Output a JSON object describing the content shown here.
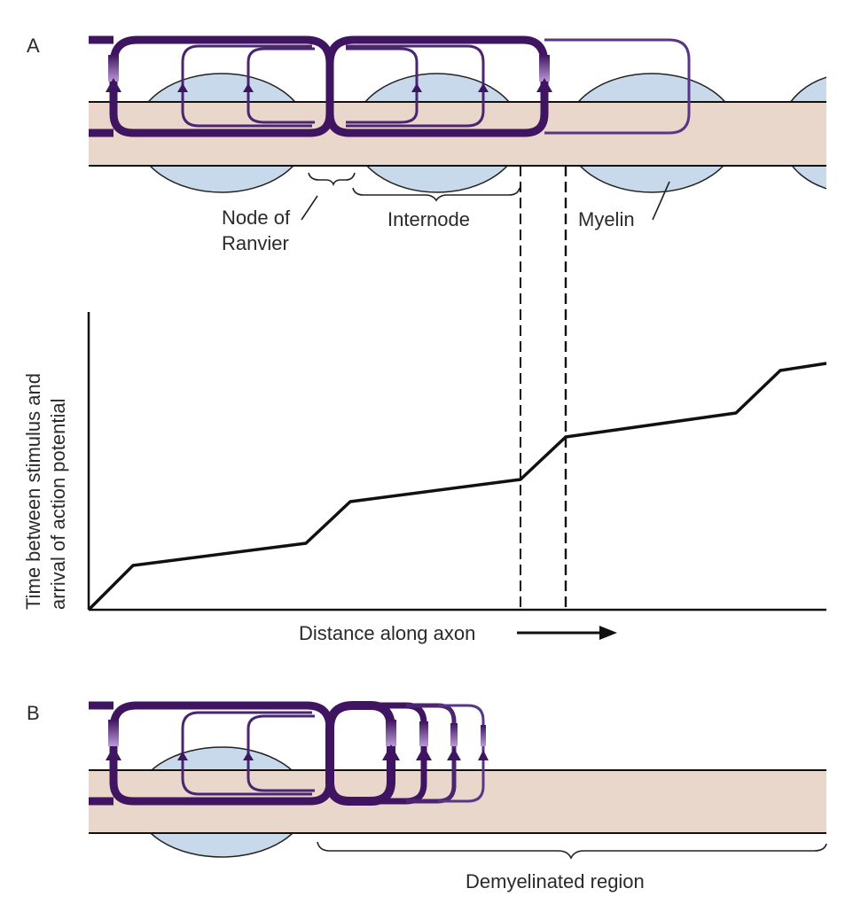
{
  "panel_a": {
    "label": "A",
    "node_label_line1": "Node of",
    "node_label_line2": "Ranvier",
    "internode_label": "Internode",
    "myelin_label": "Myelin"
  },
  "graph": {
    "y_axis_line1": "Time between stimulus and",
    "y_axis_line2": "arrival of action potential",
    "x_axis_label": "Distance along axon"
  },
  "panel_b": {
    "label": "B",
    "demyelinated_label": "Demyelinated region"
  },
  "colors": {
    "axon": "#ead7cc",
    "myelin": "#c7d9ea",
    "current": "#3f1460",
    "current_light": "#7a4fa3",
    "line": "#111111"
  }
}
